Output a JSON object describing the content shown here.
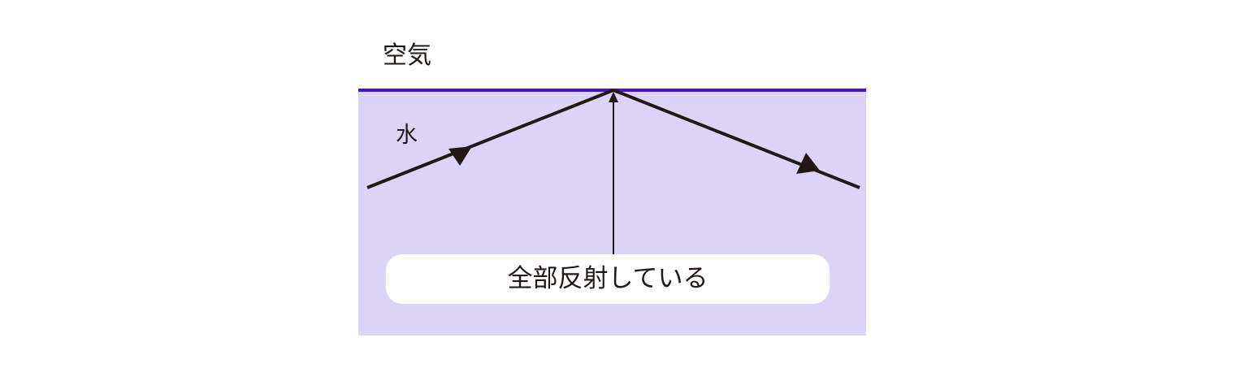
{
  "labels": {
    "air": "空気",
    "water": "水",
    "callout": "全部反射している"
  },
  "colors": {
    "water_fill": "#dcd4f7",
    "surface_line": "#4b0fd4",
    "ray": "#231815",
    "text": "#231815",
    "callout_bg": "#ffffff"
  },
  "icons": {
    "incident_arrowhead": "arrowhead-icon",
    "reflected_arrowhead": "arrowhead-icon",
    "pointer_arrowhead": "arrowhead-icon"
  }
}
